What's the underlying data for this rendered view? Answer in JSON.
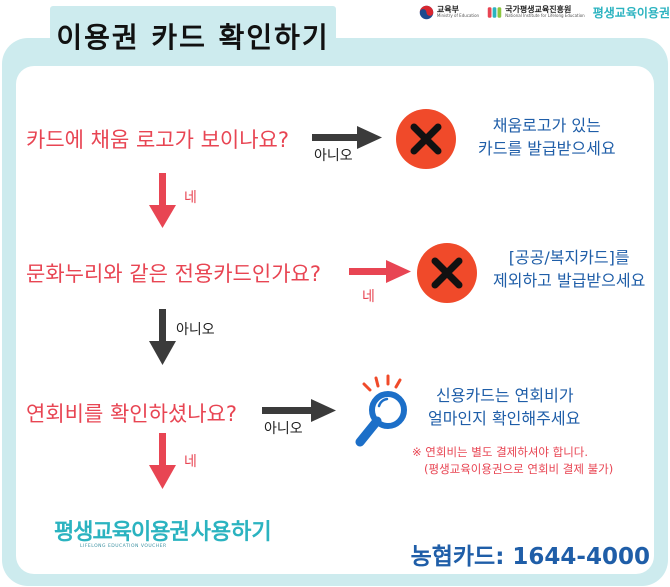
{
  "title": "이용권 카드 확인하기",
  "logos": {
    "ministry": {
      "name": "교육부",
      "sub": "Ministry of Education"
    },
    "institute": {
      "name": "국가평생교육진흥원",
      "sub": "National Institute for Lifelong Education"
    },
    "brand": "평생교육이용권"
  },
  "steps": [
    {
      "question": "카드에 채움 로고가 보이나요?",
      "side_label": "아니오",
      "result_lines": [
        "채움로고가 있는",
        "카드를 발급받으세요"
      ],
      "down_label": "네"
    },
    {
      "question": "문화누리와 같은 전용카드인가요?",
      "side_label": "네",
      "result_lines": [
        "[공공/복지카드]를",
        "제외하고 발급받으세요"
      ],
      "down_label": "아니오"
    },
    {
      "question": "연회비를 확인하셨나요?",
      "side_label": "아니오",
      "result_lines": [
        "신용카드는 연회비가",
        "얼마인지 확인해주세요"
      ],
      "note_lines": [
        "※ 연회비는 별도 결제하셔야 합니다.",
        "(평생교육이용권으로 연회비 결제 불가)"
      ],
      "down_label": "네"
    }
  ],
  "footer": {
    "brand": "평생교육이용권",
    "brand_sub": "LIFELONG EDUCATION VOUCHER",
    "action": "사용하기",
    "phone": "농협카드: 1644-4000"
  },
  "colors": {
    "question": "#e84553",
    "result": "#1f5ea8",
    "frame": "#cdebee",
    "x_circle": "#f04a2a",
    "magnifier": "#1c6fc8",
    "brand": "#2bb3c0"
  },
  "icons": {
    "reject": "x-circle-icon",
    "check": "magnifier-icon",
    "arrow": "arrow-icon"
  }
}
